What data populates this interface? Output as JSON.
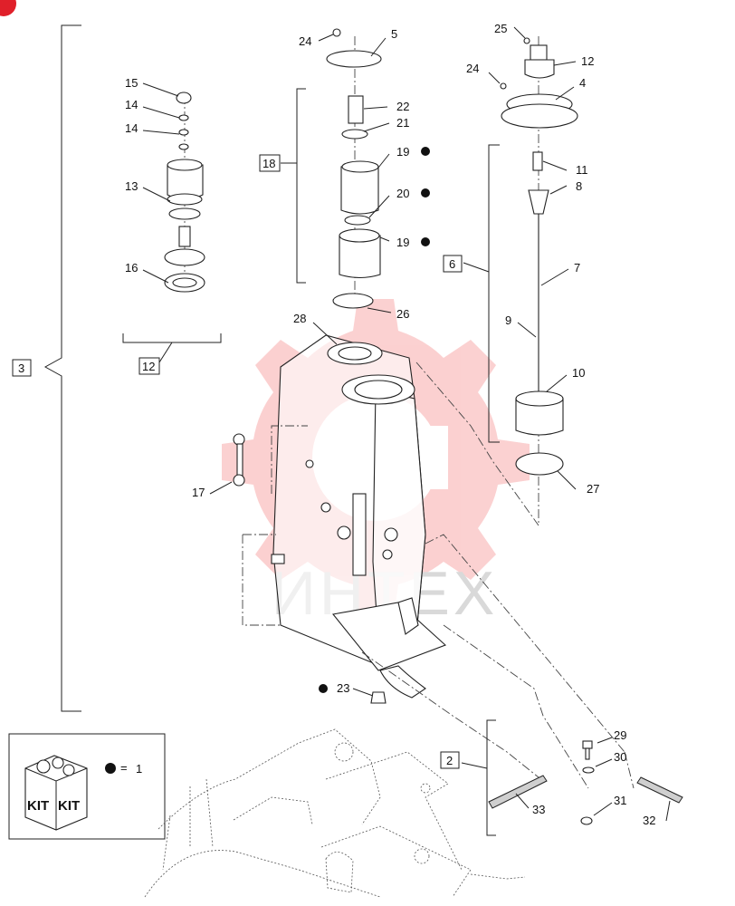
{
  "watermark": {
    "text": "ИНТЕХ",
    "color": "#f25a5a"
  },
  "legend": {
    "kit_word_1": "KIT",
    "kit_word_2": "KIT",
    "equals": "=",
    "value": "1"
  },
  "callouts": {
    "c2": "2",
    "c3": "3",
    "c4": "4",
    "c5": "5",
    "c6": "6",
    "c7": "7",
    "c8": "8",
    "c9": "9",
    "c10": "10",
    "c11": "11",
    "c12a": "12",
    "c12b": "12",
    "c13": "13",
    "c14a": "14",
    "c14b": "14",
    "c15": "15",
    "c16": "16",
    "c17": "17",
    "c18": "18",
    "c19a": "19",
    "c19b": "19",
    "c20": "20",
    "c21": "21",
    "c22": "22",
    "c23": "23",
    "c24a": "24",
    "c24b": "24",
    "c25": "25",
    "c26": "26",
    "c27": "27",
    "c28": "28",
    "c29": "29",
    "c30": "30",
    "c31": "31",
    "c32": "32",
    "c33": "33"
  }
}
